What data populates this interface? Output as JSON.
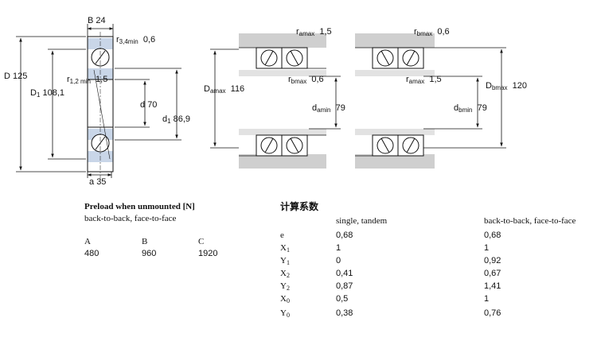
{
  "dimensions": {
    "B": "B",
    "B_val": "24",
    "r34": "r",
    "r34_sub": "3,4min",
    "r34_val": "0,6",
    "D": "D",
    "D_val": "125",
    "D1": "D",
    "D1_sub": "1",
    "D1_val": "108,1",
    "r12": "r",
    "r12_sub": "1,2 min",
    "r12_val": "1,5",
    "d": "d",
    "d_val": "70",
    "d1": "d",
    "d1_sub": "1",
    "d1_val": "86,9",
    "a": "a",
    "a_val": "35"
  },
  "abutment": {
    "ra_left": "r",
    "ra_left_sub": "amax",
    "ra_left_val": "1,5",
    "rb_right": "r",
    "rb_right_sub": "bmax",
    "rb_right_val": "0,6",
    "Da": "D",
    "Da_sub": "amax",
    "Da_val": "116",
    "rb_left": "r",
    "rb_left_sub": "bmax",
    "rb_left_val": "0,6",
    "ra_right": "r",
    "ra_right_sub": "amax",
    "ra_right_val": "1,5",
    "da": "d",
    "da_sub": "amin",
    "da_val": "79",
    "db": "d",
    "db_sub": "bmin",
    "db_val": "79",
    "Db": "D",
    "Db_sub": "bmax",
    "Db_val": "120"
  },
  "preload": {
    "title": "Preload when unmounted [N]",
    "subtitle": "back-to-back, face-to-face",
    "headers": [
      "A",
      "B",
      "C"
    ],
    "values": [
      "480",
      "960",
      "1920"
    ]
  },
  "factors": {
    "title": "计算系数",
    "col1": "single, tandem",
    "col2": "back-to-back, face-to-face",
    "rows": [
      {
        "sym": "e",
        "sub": "",
        "v1": "0,68",
        "v2": "0,68"
      },
      {
        "sym": "X",
        "sub": "1",
        "v1": "1",
        "v2": "1"
      },
      {
        "sym": "Y",
        "sub": "1",
        "v1": "0",
        "v2": "0,92"
      },
      {
        "sym": "X",
        "sub": "2",
        "v1": "0,41",
        "v2": "0,67"
      },
      {
        "sym": "Y",
        "sub": "2",
        "v1": "0,87",
        "v2": "1,41"
      },
      {
        "sym": "X",
        "sub": "0",
        "v1": "0,5",
        "v2": "1"
      },
      {
        "sym": "Y",
        "sub": "0",
        "v1": "0,38",
        "v2": "0,76"
      }
    ]
  }
}
